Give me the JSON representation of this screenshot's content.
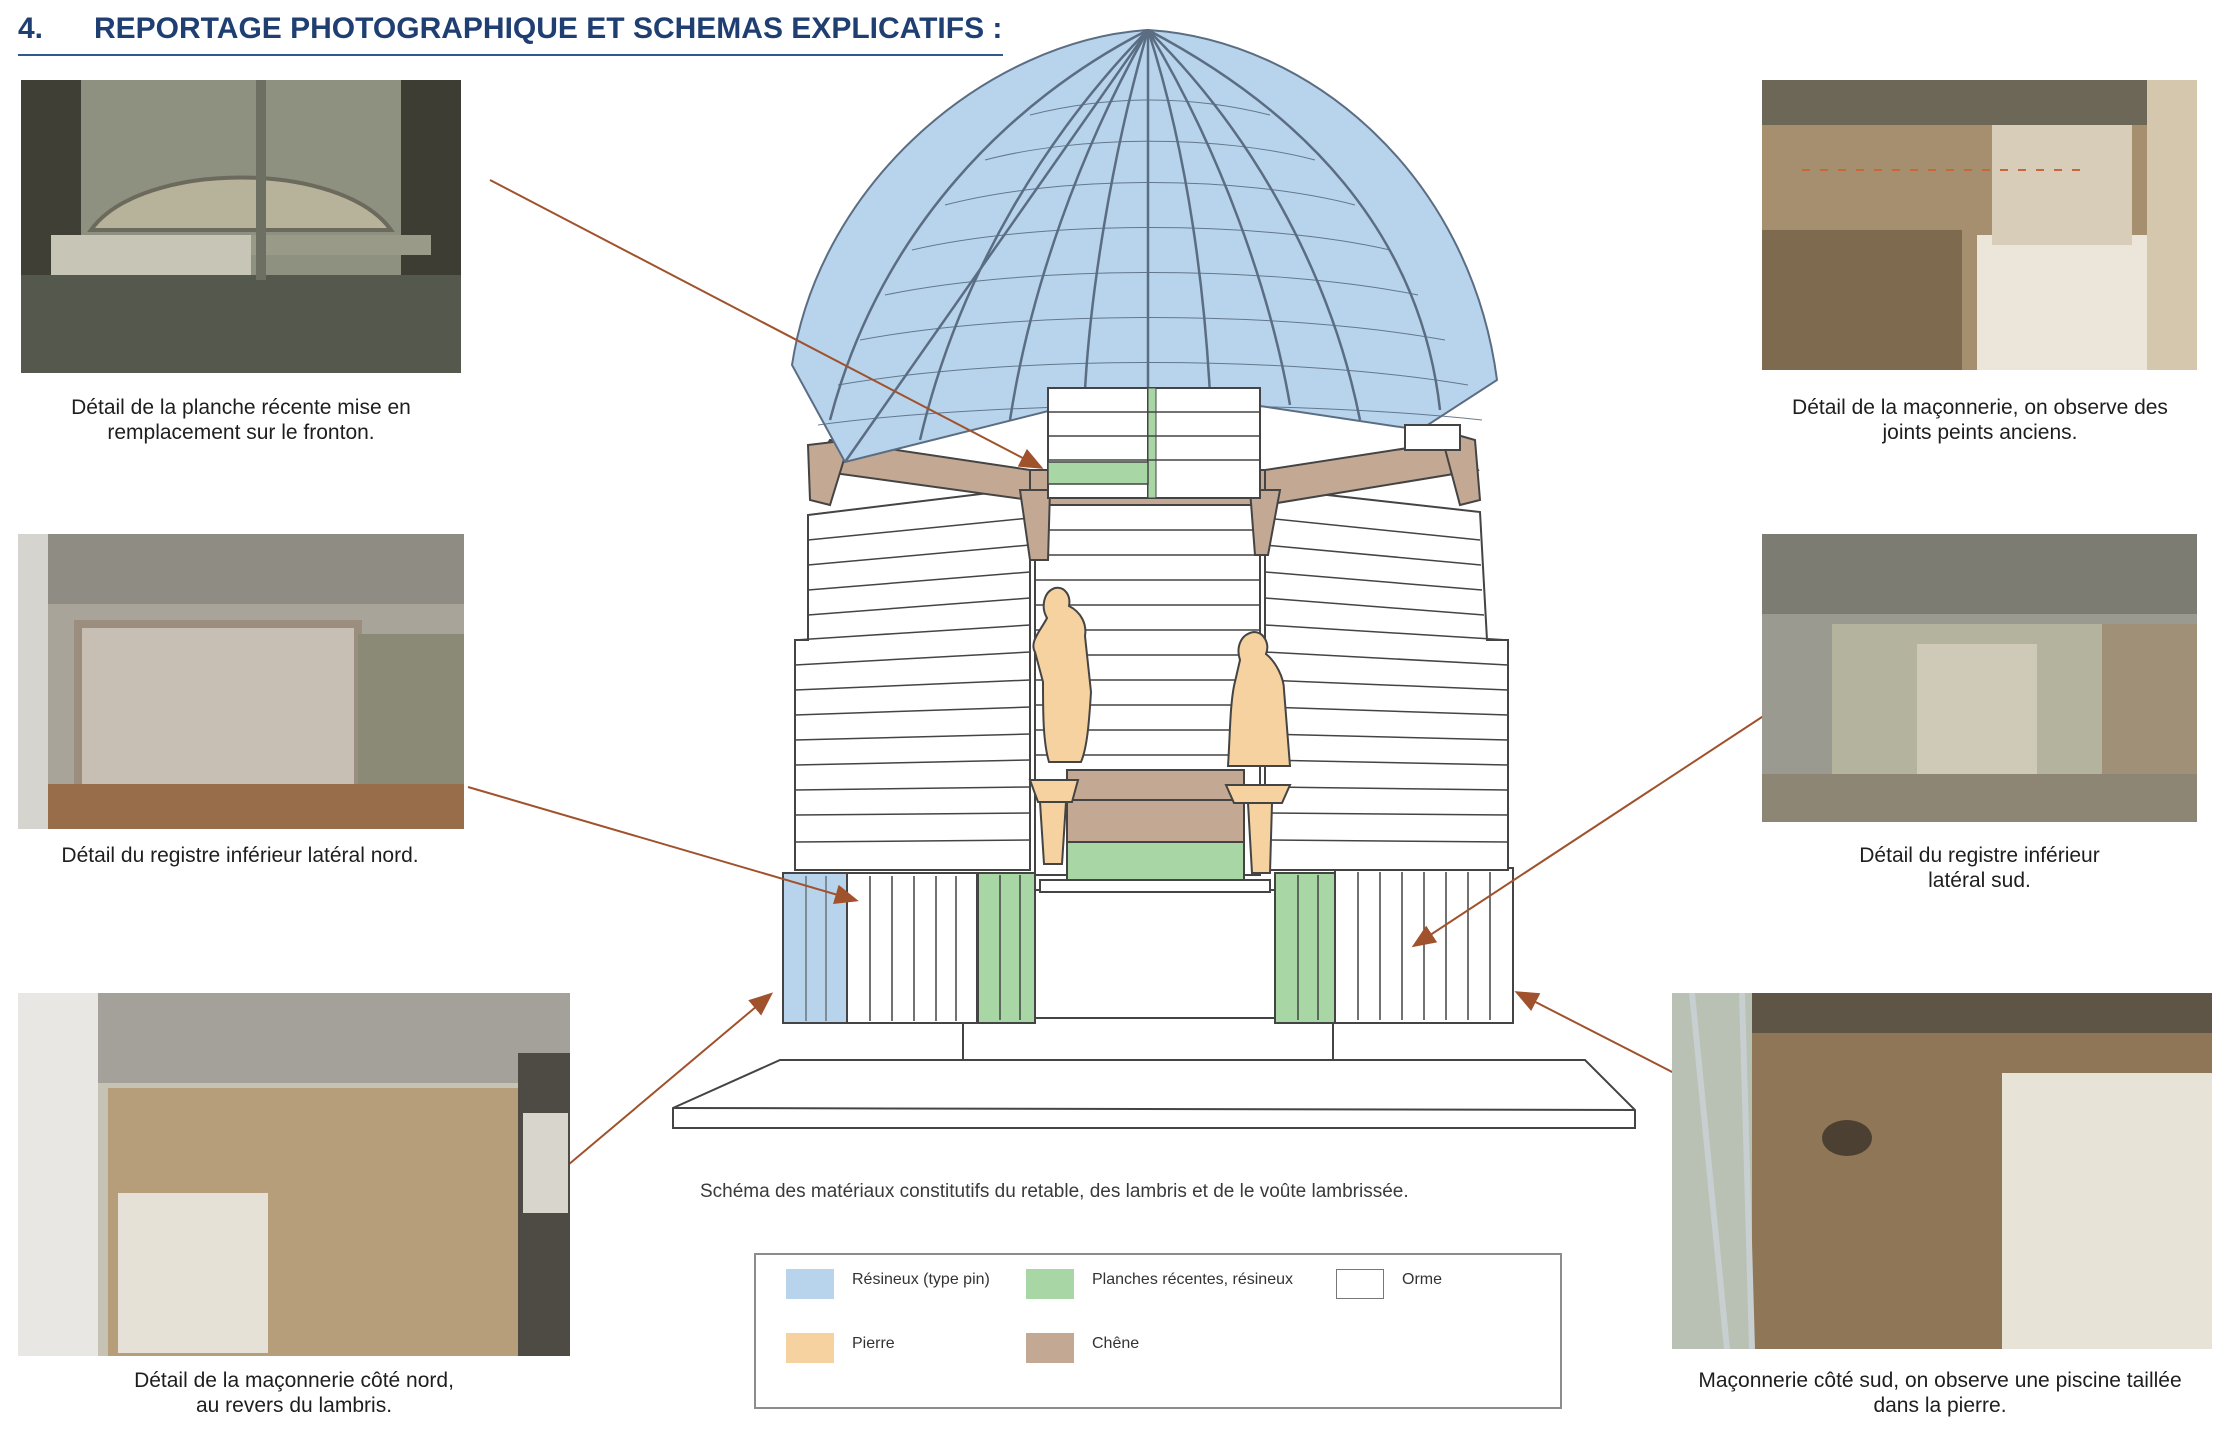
{
  "header": {
    "number": "4.",
    "title": "REPORTAGE PHOTOGRAPHIQUE ET SCHEMAS EXPLICATIFS :"
  },
  "photos": {
    "top_left": {
      "caption_line1": "Détail de la planche récente mise en",
      "caption_line2": "remplacement sur le fronton."
    },
    "mid_left": {
      "caption_line1": "Détail du registre inférieur latéral nord."
    },
    "bottom_left": {
      "caption_line1": "Détail de la maçonnerie côté nord,",
      "caption_line2": "au revers du lambris."
    },
    "top_right": {
      "caption_line1": "Détail de la maçonnerie, on observe des",
      "caption_line2": "joints peints anciens."
    },
    "mid_right": {
      "caption_line1": "Détail du registre inférieur",
      "caption_line2": "latéral sud."
    },
    "bottom_right": {
      "caption_line1": "Maçonnerie côté sud, on observe une piscine taillée",
      "caption_line2": "dans la pierre."
    }
  },
  "schema": {
    "caption": "Schéma des matériaux constitutifs du retable, des lambris et  de le voûte lambrissée."
  },
  "legend": {
    "items": [
      {
        "label": "Résineux (type pin)",
        "color": "#b7d4ec"
      },
      {
        "label": "Planches récentes, résineux",
        "color": "#a9d6a5"
      },
      {
        "label": "Orme",
        "color": "#ffffff"
      },
      {
        "label": "Pierre",
        "color": "#f6d2a0"
      },
      {
        "label": "Chêne",
        "color": "#c3a893"
      }
    ]
  },
  "colors": {
    "arrow": "#a0522d",
    "heading": "#1f3f73",
    "rule": "#2e5b8f"
  }
}
